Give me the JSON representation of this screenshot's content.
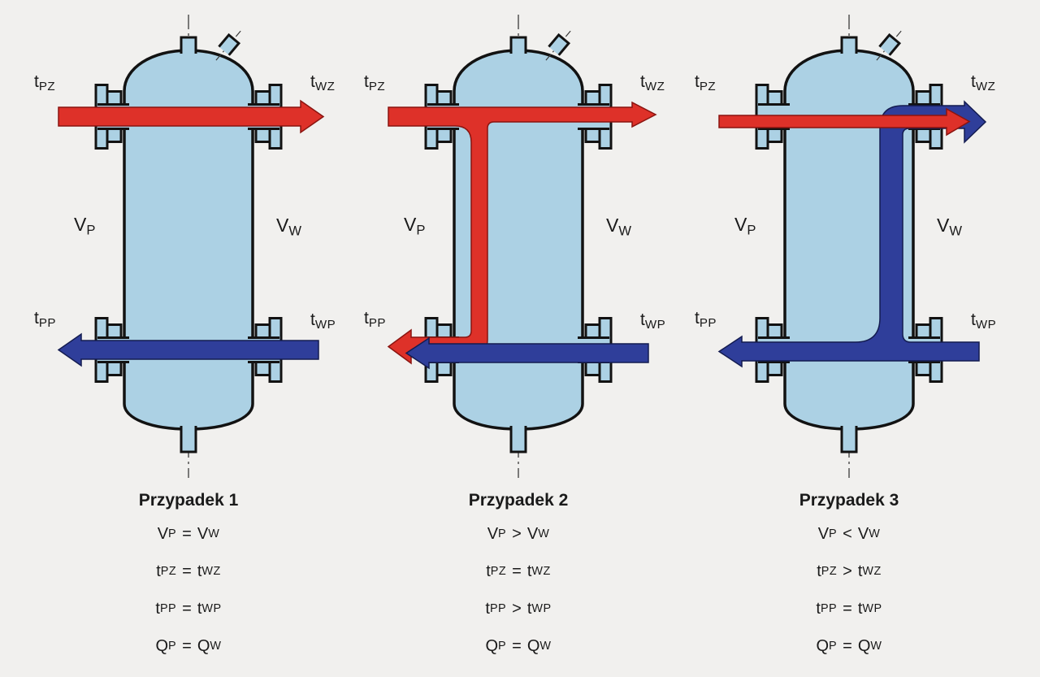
{
  "palette": {
    "background": "#F1F0EE",
    "vessel_fill": "#ACD1E4",
    "outline": "#121212",
    "hot_flow": "#DE3129",
    "hot_flow_edge": "#8A1410",
    "cold_flow": "#2F3E9A",
    "cold_flow_edge": "#141C50"
  },
  "vessels": [
    {
      "port_labels": {
        "top_left": {
          "base": "t",
          "sub": "PZ"
        },
        "top_right": {
          "base": "t",
          "sub": "WZ"
        },
        "mid_left": {
          "base": "V",
          "sub": "P"
        },
        "mid_right": {
          "base": "V",
          "sub": "W"
        },
        "bottom_left": {
          "base": "t",
          "sub": "PP"
        },
        "bottom_right": {
          "base": "t",
          "sub": "WP"
        }
      },
      "caption": {
        "title": "Przypadek 1",
        "equations": [
          {
            "lhs": "V",
            "lhs_sub": "P",
            "op": "=",
            "rhs": "V",
            "rhs_sub": "W"
          },
          {
            "lhs": "t",
            "lhs_sub": "PZ",
            "op": "=",
            "rhs": "t",
            "rhs_sub": "WZ"
          },
          {
            "lhs": "t",
            "lhs_sub": "PP",
            "op": "=",
            "rhs": "t",
            "rhs_sub": "WP"
          },
          {
            "lhs": "Q",
            "lhs_sub": "P",
            "op": "=",
            "rhs": "Q",
            "rhs_sub": "W"
          }
        ]
      }
    },
    {
      "port_labels": {
        "top_left": {
          "base": "t",
          "sub": "PZ"
        },
        "top_right": {
          "base": "t",
          "sub": "WZ"
        },
        "mid_left": {
          "base": "V",
          "sub": "P"
        },
        "mid_right": {
          "base": "V",
          "sub": "W"
        },
        "bottom_left": {
          "base": "t",
          "sub": "PP"
        },
        "bottom_right": {
          "base": "t",
          "sub": "WP"
        }
      },
      "caption": {
        "title": "Przypadek 2",
        "equations": [
          {
            "lhs": "V",
            "lhs_sub": "P",
            "op": ">",
            "rhs": "V",
            "rhs_sub": "W"
          },
          {
            "lhs": "t",
            "lhs_sub": "PZ",
            "op": "=",
            "rhs": "t",
            "rhs_sub": "WZ"
          },
          {
            "lhs": "t",
            "lhs_sub": "PP",
            "op": ">",
            "rhs": "t",
            "rhs_sub": "WP"
          },
          {
            "lhs": "Q",
            "lhs_sub": "P",
            "op": "=",
            "rhs": "Q",
            "rhs_sub": "W"
          }
        ]
      }
    },
    {
      "port_labels": {
        "top_left": {
          "base": "t",
          "sub": "PZ"
        },
        "top_right": {
          "base": "t",
          "sub": "WZ"
        },
        "mid_left": {
          "base": "V",
          "sub": "P"
        },
        "mid_right": {
          "base": "V",
          "sub": "W"
        },
        "bottom_left": {
          "base": "t",
          "sub": "PP"
        },
        "bottom_right": {
          "base": "t",
          "sub": "WP"
        }
      },
      "caption": {
        "title": "Przypadek 3",
        "equations": [
          {
            "lhs": "V",
            "lhs_sub": "P",
            "op": "<",
            "rhs": "V",
            "rhs_sub": "W"
          },
          {
            "lhs": "t",
            "lhs_sub": "PZ",
            "op": ">",
            "rhs": "t",
            "rhs_sub": "WZ"
          },
          {
            "lhs": "t",
            "lhs_sub": "PP",
            "op": "=",
            "rhs": "t",
            "rhs_sub": "WP"
          },
          {
            "lhs": "Q",
            "lhs_sub": "P",
            "op": "=",
            "rhs": "Q",
            "rhs_sub": "W"
          }
        ]
      }
    }
  ]
}
